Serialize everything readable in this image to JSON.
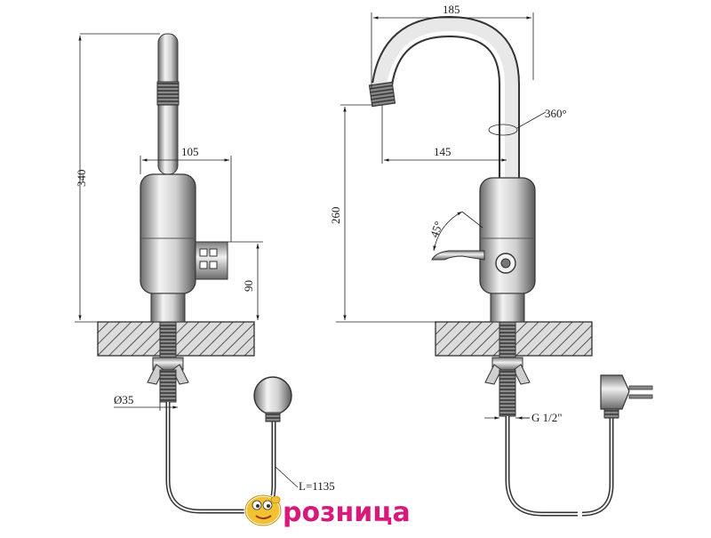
{
  "drawing": {
    "front_view": {
      "height_total": "340",
      "body_width": "105",
      "body_height": "90",
      "hole_diameter": "Ø35",
      "cable_length": "L=1135"
    },
    "side_view": {
      "spout_reach_outer": "185",
      "spout_reach_inner": "145",
      "spout_height": "260",
      "swivel_angle": "360°",
      "lever_angle": "45°",
      "thread": "G 1/2\""
    }
  },
  "logo": {
    "text": "розница",
    "colors": {
      "primary": "#d6197a",
      "mascot": "#f2c230",
      "outline": "#ffffff"
    }
  },
  "colors": {
    "line": "#1a1a1a",
    "metal_light": "#e4e4e4",
    "metal_mid": "#9a9a9a",
    "metal_dark": "#555555",
    "hatch_bg": "#d8d8d8"
  }
}
